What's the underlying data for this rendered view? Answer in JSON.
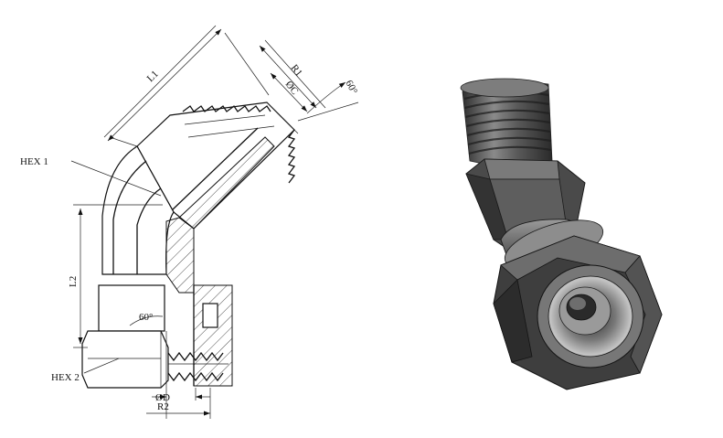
{
  "drawing": {
    "labels": {
      "l1": "L1",
      "r1": "R1",
      "dia_c": "ØC",
      "angle_top": "60°",
      "hex1": "HEX 1",
      "l2": "L2",
      "angle_nut": "60°",
      "hex2": "HEX 2",
      "dia_d": "ØD",
      "r2": "R2"
    }
  },
  "colors": {
    "line": "#111111",
    "steel_dark": "#3a3a3a",
    "steel_mid": "#6b6b6b",
    "steel_light": "#a9a9a9",
    "background": "#ffffff"
  },
  "render": {
    "thread_icon": "thread-icon",
    "hatch_icon": "hatch-icon"
  }
}
